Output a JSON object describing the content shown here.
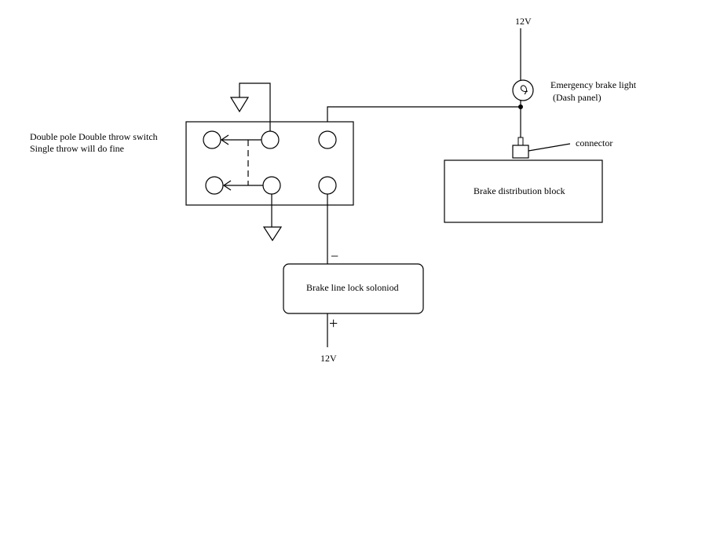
{
  "labels": {
    "top_voltage": "12V",
    "bottom_voltage": "12V",
    "lamp_line1": "Emergency brake light",
    "lamp_line2": "(Dash panel)",
    "connector": "connector",
    "distribution_block": "Brake distribution block",
    "switch_line1": "Double pole Double throw switch",
    "switch_line2": "Single throw will do fine",
    "solenoid": "Brake line lock soloniod",
    "minus": "−",
    "plus": "+"
  }
}
